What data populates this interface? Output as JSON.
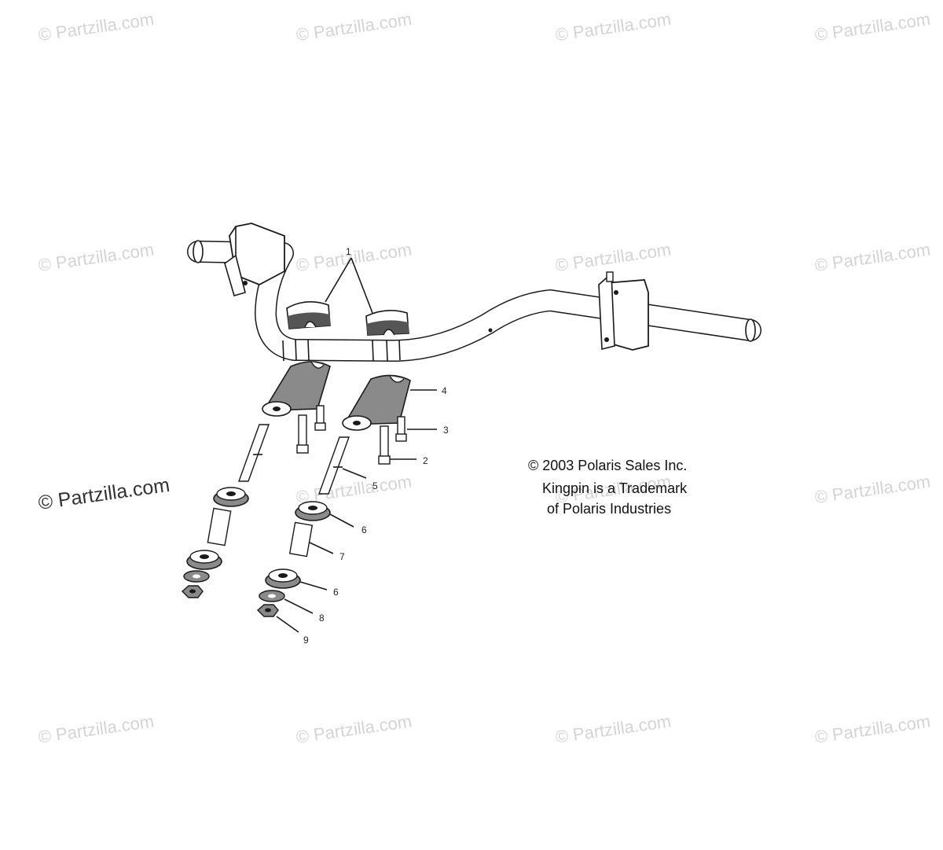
{
  "watermark": {
    "text": "© Partzilla.com",
    "featured_text": "© Partzilla.com"
  },
  "copyright": {
    "line1": "© 2003 Polaris Sales Inc.",
    "line2": "Kingpin is a Trademark",
    "line3": "of Polaris Industries"
  },
  "callouts": [
    "1",
    "2",
    "3",
    "4",
    "5",
    "6",
    "7",
    "6",
    "8",
    "9"
  ],
  "colors": {
    "line": "#1a1a1a",
    "part_fill": "#ffffff",
    "dark_part": "#8a8a8a",
    "watermark": "#d4d4d4"
  }
}
